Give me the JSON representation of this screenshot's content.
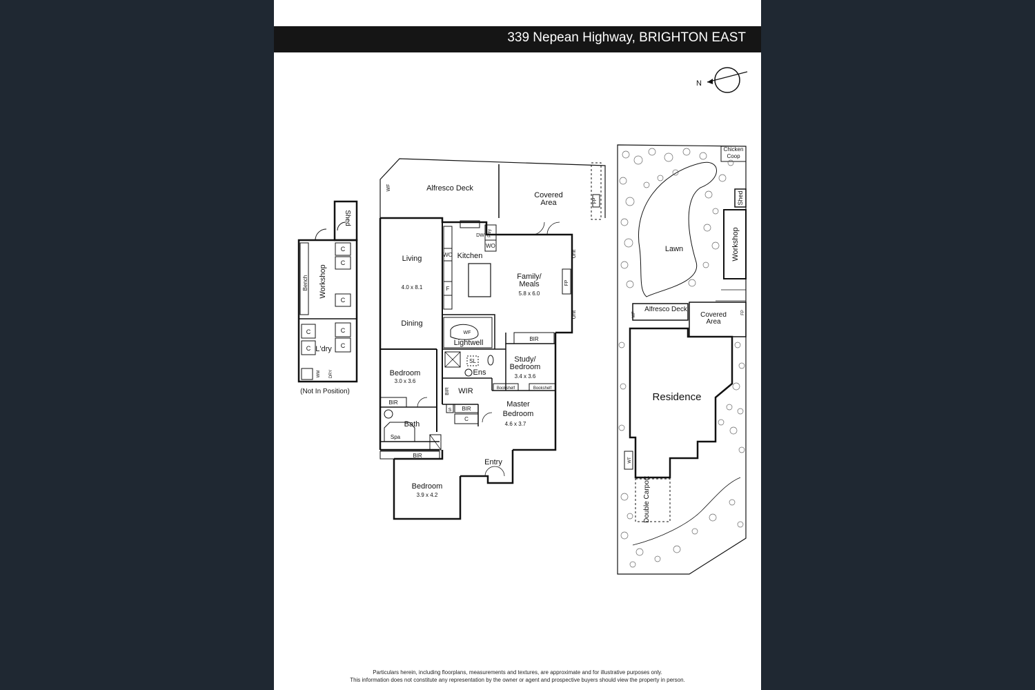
{
  "header": {
    "address": "339 Nepean Highway, BRIGHTON EAST"
  },
  "compass": {
    "label": "N"
  },
  "outbuilding": {
    "shed": "Shed",
    "workshop": "Workshop",
    "bench": "Bench",
    "laundry": "L'dry",
    "cupboard": "C",
    "wm": "WM",
    "dry": "DRY",
    "note": "(Not In Position)"
  },
  "house": {
    "alfresco_deck": "Alfresco Deck",
    "wf": "WF",
    "covered_area": "Covered Area",
    "fp": "FP",
    "living": "Living",
    "living_dim": "4.0 x 8.1",
    "dining": "Dining",
    "kitchen": "Kitchen",
    "wo": "WO",
    "dw": "DW",
    "pantry": "P'try",
    "family_meals": "Family/ Meals",
    "family_dim": "5.8 x 6.0",
    "unit": "Unit",
    "fridge": "F",
    "lightwell": "Lightwell",
    "bir": "BIR",
    "bedroom": "Bedroom",
    "bedroom1_dim": "3.0 x 3.6",
    "sl": "SL",
    "ens": "Ens",
    "study_bedroom": "Study/ Bedroom",
    "study_dim": "3.4 x 3.6",
    "wir": "WIR",
    "bookshelf": "Bookshelf",
    "master_bedroom": "Master Bedroom",
    "master_dim": "4.6 x 3.7",
    "s": "S",
    "c": "C",
    "bath": "Bath",
    "spa": "Spa",
    "entry": "Entry",
    "bedroom2_dim": "3.9 x 4.2"
  },
  "site": {
    "chicken_coop": "Chicken Coop",
    "shed": "Shed",
    "workshop": "Workshop",
    "lawn": "Lawn",
    "alfresco_deck": "Alfresco Deck",
    "covered_area": "Covered Area",
    "fp": "FP",
    "wf": "WF",
    "residence": "Residence",
    "wt": "WT",
    "double_carport": "Double Carport"
  },
  "disclaimer": {
    "line1": "Particulars herein, including floorplans, measurements and textures, are approximate and for illustrative purposes only.",
    "line2": "This information does not constitute any representation by the owner or agent and prospective buyers should view the property in person."
  }
}
